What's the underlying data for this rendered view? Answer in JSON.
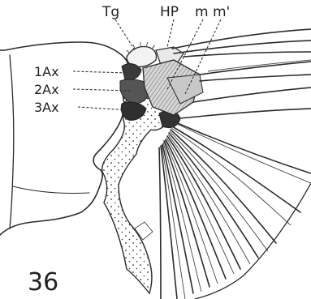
{
  "figure_number": "36",
  "labels": {
    "tg": "Tg",
    "hp": "HP",
    "m": "m",
    "m_prime": "m'",
    "ax1": "1Ax",
    "ax2": "2Ax",
    "ax3": "3Ax"
  },
  "colors": {
    "ink": "#2b2b2b",
    "sclerite_shade": "#9a9a9a",
    "dark_sclerite": "#3a3a3a"
  }
}
